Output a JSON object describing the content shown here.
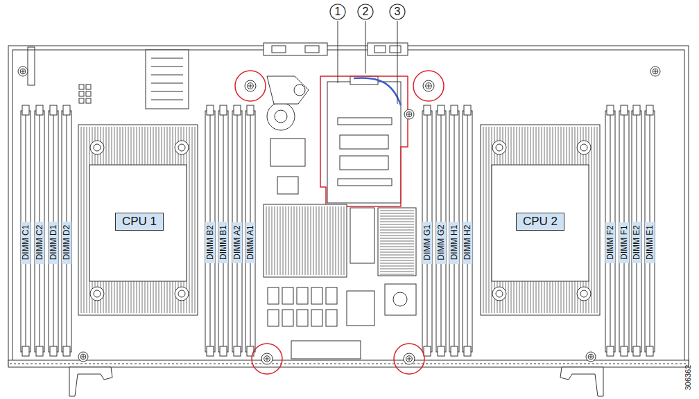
{
  "diagram": {
    "nodes": [
      {
        "text": [
          "1"
        ]
      },
      {
        "text": [
          "2"
        ]
      },
      {
        "text": [
          "3"
        ]
      },
      {
        "text": [
          "DIMM C1"
        ]
      },
      {
        "text": [
          "DIMM C2"
        ]
      },
      {
        "text": [
          "DIMM D1"
        ]
      },
      {
        "text": [
          "DIMM D2"
        ]
      },
      {
        "text": [
          "CPU 1"
        ]
      },
      {
        "text": [
          "DIMM B2"
        ]
      },
      {
        "text": [
          "DIMM B1"
        ]
      },
      {
        "text": [
          "DIMM A2"
        ]
      },
      {
        "text": [
          "DIMM A1"
        ]
      },
      {
        "text": [
          "DIMM G1"
        ]
      },
      {
        "text": [
          "DIMM G2"
        ]
      },
      {
        "text": [
          "DIMM H1"
        ]
      },
      {
        "text": [
          "DIMM H2"
        ]
      },
      {
        "text": [
          "CPU 2"
        ]
      },
      {
        "text": [
          "DIMM F2"
        ]
      },
      {
        "text": [
          "DIMM F1"
        ]
      },
      {
        "text": [
          "DIMM E2"
        ]
      },
      {
        "text": [
          "DIMM E1"
        ]
      }
    ],
    "labels": [
      "306362"
    ]
  }
}
